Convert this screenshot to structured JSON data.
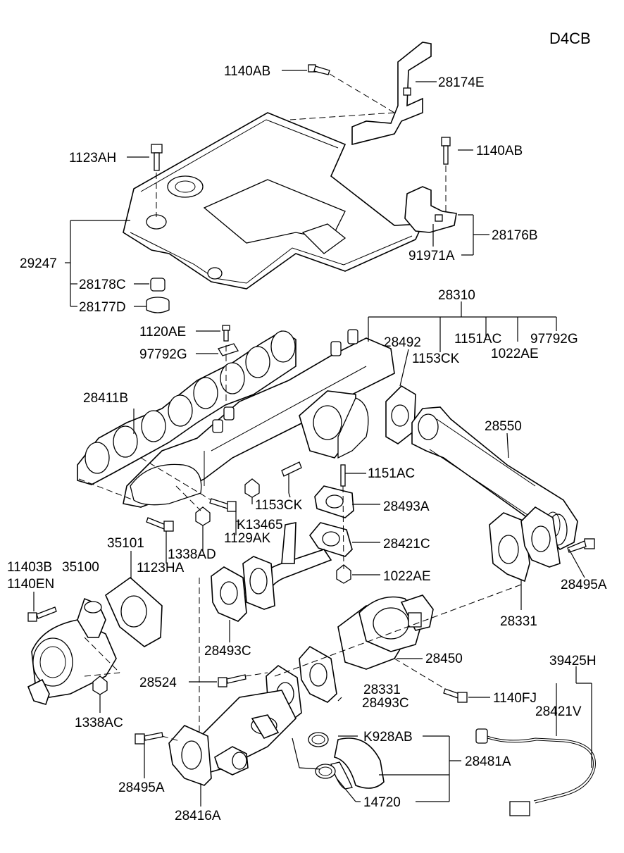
{
  "engine_code": "D4CB",
  "labels": {
    "p1140AB_top": "1140AB",
    "p28174E": "28174E",
    "p1123AH": "1123AH",
    "p1140AB_right": "1140AB",
    "p28176B": "28176B",
    "p91971A": "91971A",
    "p29247": "29247",
    "p28178C": "28178C",
    "p28177D": "28177D",
    "p28310": "28310",
    "p1120AE": "1120AE",
    "p1151AC_top": "1151AC",
    "p97792G_right": "97792G",
    "p28492": "28492",
    "p97792G_left": "97792G",
    "p1153CK_top": "1153CK",
    "p1022AE_top": "1022AE",
    "p28411B": "28411B",
    "p28550": "28550",
    "p1151AC_mid": "1151AC",
    "p1153CK_mid": "1153CK",
    "p28493A": "28493A",
    "p K13465": "K13465",
    "p1129AK": "1129AK",
    "p35101": "35101",
    "p1338AD": "1338AD",
    "p28421C": "28421C",
    "p11403B": "11403B",
    "p35100": "35100",
    "p1123HA": "1123HA",
    "p1140EN": "1140EN",
    "p1022AE_mid": "1022AE",
    "p28495A_right": "28495A",
    "p28331_right": "28331",
    "p28493C_mid": "28493C",
    "p28450": "28450",
    "p39425H": "39425H",
    "p28524": "28524",
    "p28331_mid": "28331",
    "p28421V": "28421V",
    "p1140FJ": "1140FJ",
    "p28493C_low": "28493C",
    "p1338AC": "1338AC",
    "pK928AB": "K928AB",
    "p28481A": "28481A",
    "p28495A_left": "28495A",
    "p14720": "14720",
    "p28416A": "28416A"
  }
}
